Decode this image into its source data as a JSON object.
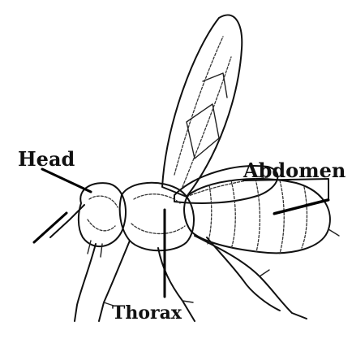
{
  "diagram": {
    "labels": {
      "head": "Head",
      "thorax": "Thorax",
      "abdomen": "Abdomen"
    },
    "colors": {
      "ink": "#111111",
      "background": "#ffffff"
    }
  }
}
